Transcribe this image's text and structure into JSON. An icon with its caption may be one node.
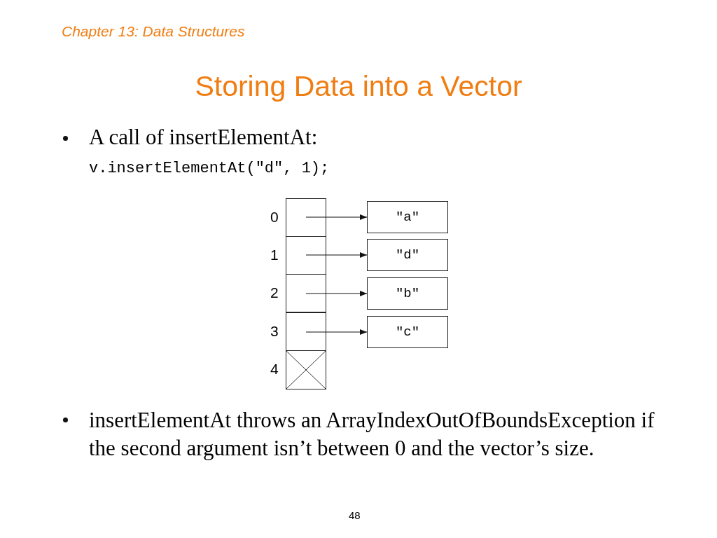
{
  "diagram": {
    "title": "Storing Data into a Vector",
    "nodes": [
      {
        "text": [],
        "shape": "box",
        "beside": [
          "0"
        ]
      },
      {
        "text": [
          "\"a\""
        ]
      },
      {
        "text": [],
        "shape": "box",
        "beside": [
          "1"
        ]
      },
      {
        "text": [
          "\"d\""
        ]
      },
      {
        "text": [],
        "shape": "box",
        "beside": [
          "2"
        ]
      },
      {
        "text": [
          "\"b\""
        ]
      },
      {
        "text": [],
        "shape": "box",
        "beside": [
          "3"
        ]
      },
      {
        "text": [
          "\"c\""
        ]
      },
      {
        "text": [],
        "shape": "box",
        "beside": [
          "4"
        ]
      }
    ],
    "edges": [
      {
        "from": 0,
        "to": 1,
        "arrow": "to"
      },
      {
        "from": 2,
        "to": 3,
        "arrow": "to"
      },
      {
        "from": 4,
        "to": 5,
        "arrow": "to"
      },
      {
        "from": 6,
        "to": 7,
        "arrow": "to"
      }
    ],
    "labels": [
      "Chapter 13: Data Structures",
      "A call of insertElementAt:",
      "v.insertElementAt(\"d\", 1);",
      "insertElementAt throws an ArrayIndexOutOfBoundsException if the second argument isn’t between 0 and the vector’s size.",
      "48"
    ]
  }
}
